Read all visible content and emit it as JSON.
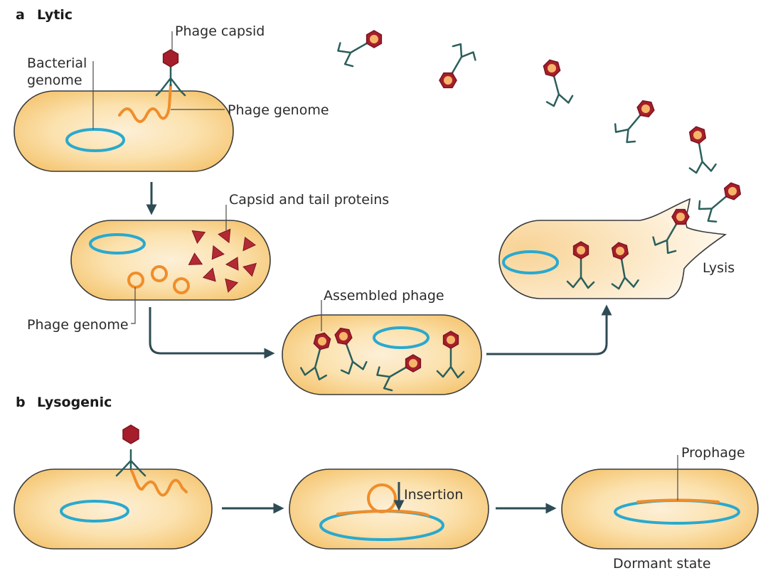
{
  "panels": {
    "a_letter": "a",
    "a_title": "Lytic",
    "b_letter": "b",
    "b_title": "Lysogenic"
  },
  "labels": {
    "phage_capsid": "Phage capsid",
    "bacterial_genome_1": "Bacterial",
    "bacterial_genome_2": "genome",
    "phage_genome_top": "Phage genome",
    "capsid_tail_proteins": "Capsid and tail proteins",
    "phage_genome_mid": "Phage genome",
    "assembled_phage": "Assembled phage",
    "lysis": "Lysis",
    "insertion": "Insertion",
    "prophage": "Prophage",
    "dormant_state": "Dormant state"
  },
  "colors": {
    "cell_fill": "#f9d28e",
    "cell_center": "#fdf0d8",
    "bacterial_genome": "#29a9cf",
    "phage_genome": "#f08d2a",
    "capsid": "#a61e2b",
    "tail": "#2a5f5c",
    "arrow": "#2f4b55"
  }
}
